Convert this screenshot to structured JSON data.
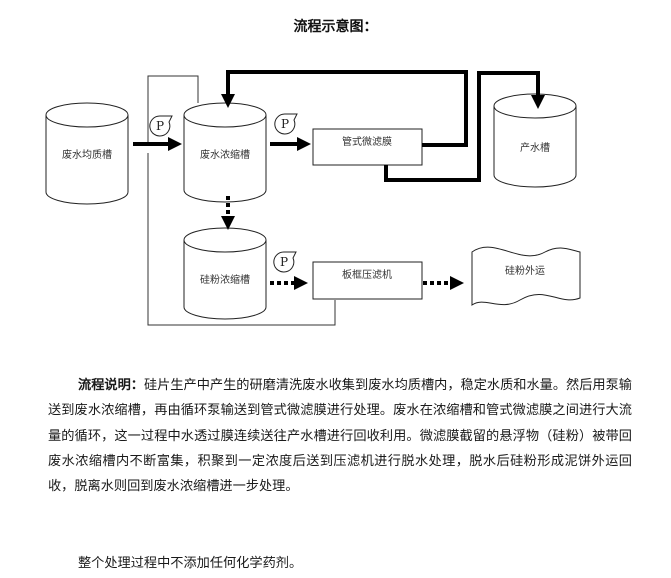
{
  "title": "流程示意图：",
  "diagram": {
    "nodes": {
      "equalization_tank": "废水均质槽",
      "concentration_tank": "废水浓缩槽",
      "tubular_membrane": "管式微滤膜",
      "product_water_tank": "产水槽",
      "silicon_powder_tank": "硅粉浓缩槽",
      "filter_press": "板框压滤机",
      "silicon_powder_transport": "硅粉外运"
    },
    "pump_label": "P",
    "edges": [
      {
        "from": "废水均质槽",
        "to": "废水浓缩槽",
        "style": "solid",
        "pump": true
      },
      {
        "from": "废水浓缩槽",
        "to": "管式微滤膜",
        "style": "solid",
        "pump": true
      },
      {
        "from": "管式微滤膜",
        "to": "废水浓缩槽",
        "style": "solid",
        "note": "concentrate return"
      },
      {
        "from": "管式微滤膜",
        "to": "产水槽",
        "style": "solid",
        "note": "permeate"
      },
      {
        "from": "废水浓缩槽",
        "to": "硅粉浓缩槽",
        "style": "dotted"
      },
      {
        "from": "硅粉浓缩槽",
        "to": "板框压滤机",
        "style": "dotted",
        "pump": true
      },
      {
        "from": "板框压滤机",
        "to": "硅粉外运",
        "style": "dotted"
      },
      {
        "from": "板框压滤机",
        "to": "废水浓缩槽",
        "style": "thin",
        "note": "filtrate return"
      }
    ]
  },
  "description": {
    "label": "流程说明：",
    "text": "硅片生产中产生的研磨清洗废水收集到废水均质槽内，稳定水质和水量。然后用泵输送到废水浓缩槽，再由循环泵输送到管式微滤膜进行处理。废水在浓缩槽和管式微滤膜之间进行大流量的循环，这一过程中水透过膜连续送往产水槽进行回收利用。微滤膜截留的悬浮物（硅粉）被带回废水浓缩槽内不断富集，积聚到一定浓度后送到压滤机进行脱水处理，脱水后硅粉形成泥饼外运回收，脱离水则回到废水浓缩槽进一步处理。",
    "note": "整个处理过程中不添加任何化学药剂。"
  }
}
